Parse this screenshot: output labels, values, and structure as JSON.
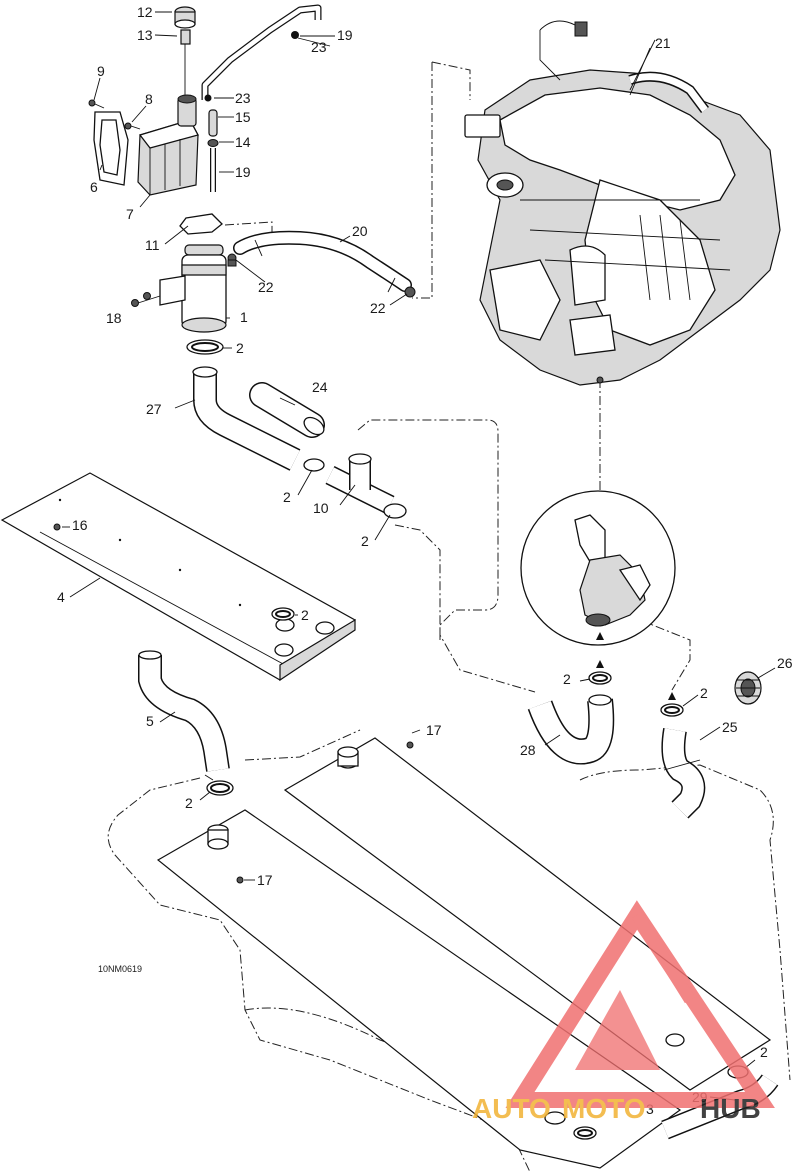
{
  "diagram_code": "10NM0619",
  "callouts": {
    "c1": "1",
    "c2a": "2",
    "c2b": "2",
    "c2c": "2",
    "c2d": "2",
    "c2e": "2",
    "c2f": "2",
    "c2g": "2",
    "c2h": "2",
    "c3": "3",
    "c4": "4",
    "c5": "5",
    "c6": "6",
    "c7": "7",
    "c8": "8",
    "c9": "9",
    "c10": "10",
    "c11": "11",
    "c12": "12",
    "c13": "13",
    "c14": "14",
    "c15": "15",
    "c16": "16",
    "c17a": "17",
    "c17b": "17",
    "c18": "18",
    "c19a": "19",
    "c19b": "19",
    "c20": "20",
    "c21": "21",
    "c22a": "22",
    "c22b": "22",
    "c23a": "23",
    "c23b": "23",
    "c24": "24",
    "c25": "25",
    "c26": "26",
    "c27": "27",
    "c28": "28",
    "c29": "29"
  },
  "watermark": {
    "part1": "AUTO",
    "part2": "MOTO",
    "part3": "HUB",
    "color_main": "#f07070",
    "color_dark": "#222222",
    "color_gold": "#f2b233"
  }
}
